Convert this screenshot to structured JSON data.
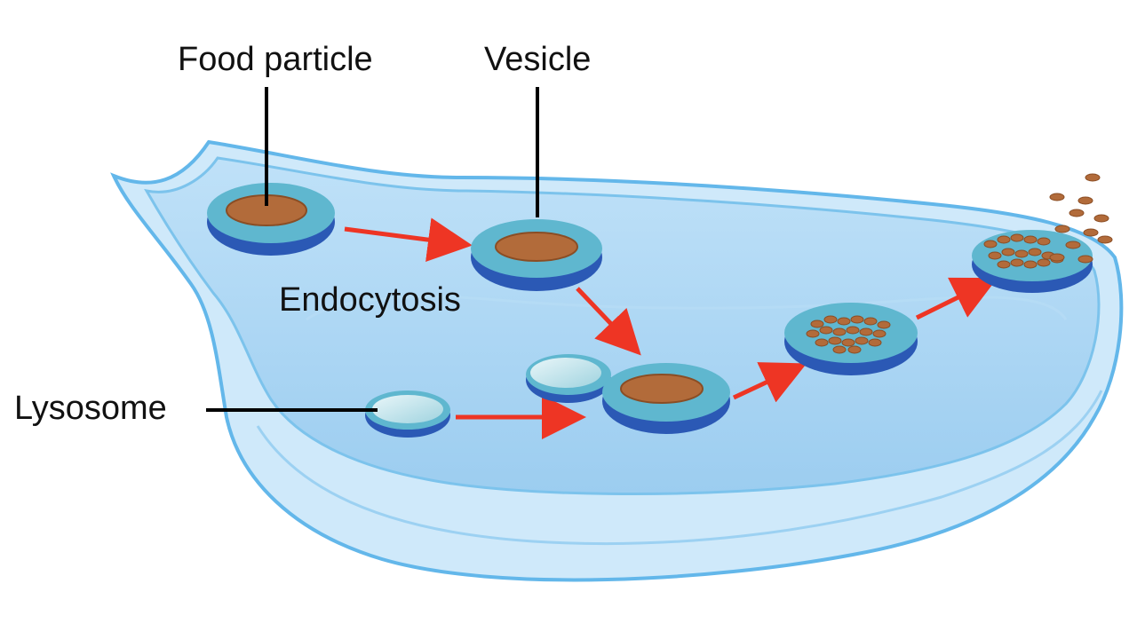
{
  "labels": {
    "food_particle": "Food particle",
    "vesicle": "Vesicle",
    "endocytosis": "Endocytosis",
    "lysosome": "Lysosome"
  },
  "colors": {
    "cytoplasm": "#a9d3f2",
    "membrane": "#63b7ea",
    "membrane_light": "#cfe9fa",
    "arrow": "#ee3524",
    "food": "#b26b3a",
    "vesicle_body": "#5fb7cf",
    "vesicle_rim": "#2b59b5"
  }
}
